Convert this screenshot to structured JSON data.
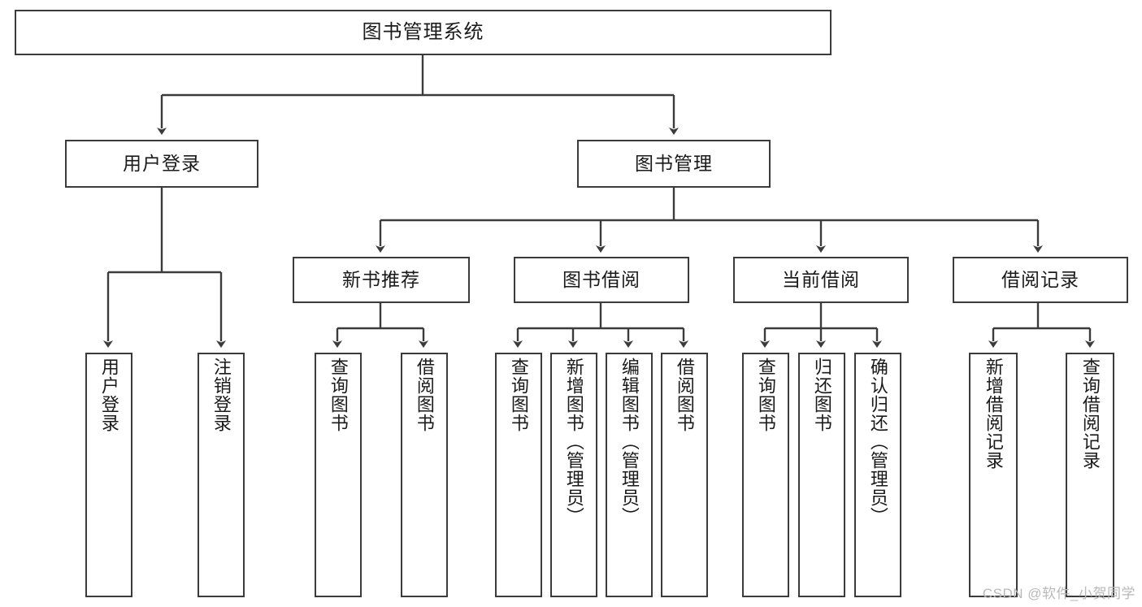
{
  "diagram": {
    "title": "图书管理系统",
    "type": "tree-hierarchy-chart",
    "style": {
      "box_border_color": "#3b3b3b",
      "box_fill": "#ffffff",
      "connector_color": "#3b3b3b",
      "text_color": "#1a1a1a",
      "background": "#ffffff"
    },
    "root": {
      "id": "root",
      "label": "图书管理系统"
    },
    "level2": [
      {
        "id": "user-login",
        "label": "用户登录"
      },
      {
        "id": "book-manage",
        "label": "图书管理"
      }
    ],
    "level3": [
      {
        "id": "new-book-recommend",
        "label": "新书推荐"
      },
      {
        "id": "book-borrow",
        "label": "图书借阅"
      },
      {
        "id": "current-borrow",
        "label": "当前借阅"
      },
      {
        "id": "borrow-record",
        "label": "借阅记录"
      }
    ],
    "leaves": {
      "user-login": [
        {
          "id": "leaf-user-login",
          "label": "用户登录"
        },
        {
          "id": "leaf-logout-login",
          "label": "注销登录"
        }
      ],
      "new-book-recommend": [
        {
          "id": "leaf-query-book-1",
          "label": "查询图书"
        },
        {
          "id": "leaf-borrow-book-1",
          "label": "借阅图书"
        }
      ],
      "book-borrow": [
        {
          "id": "leaf-query-book-2",
          "label": "查询图书"
        },
        {
          "id": "leaf-add-book",
          "label": "新增图书（管理员）"
        },
        {
          "id": "leaf-edit-book",
          "label": "编辑图书（管理员）"
        },
        {
          "id": "leaf-borrow-book-2",
          "label": "借阅图书"
        }
      ],
      "current-borrow": [
        {
          "id": "leaf-query-book-3",
          "label": "查询图书"
        },
        {
          "id": "leaf-return-book",
          "label": "归还图书"
        },
        {
          "id": "leaf-confirm-return",
          "label": "确认归还（管理员）"
        }
      ],
      "borrow-record": [
        {
          "id": "leaf-add-record",
          "label": "新增借阅记录"
        },
        {
          "id": "leaf-query-record",
          "label": "查询借阅记录"
        }
      ]
    }
  },
  "watermark": {
    "text": "CSDN @软件_小贺同学"
  }
}
